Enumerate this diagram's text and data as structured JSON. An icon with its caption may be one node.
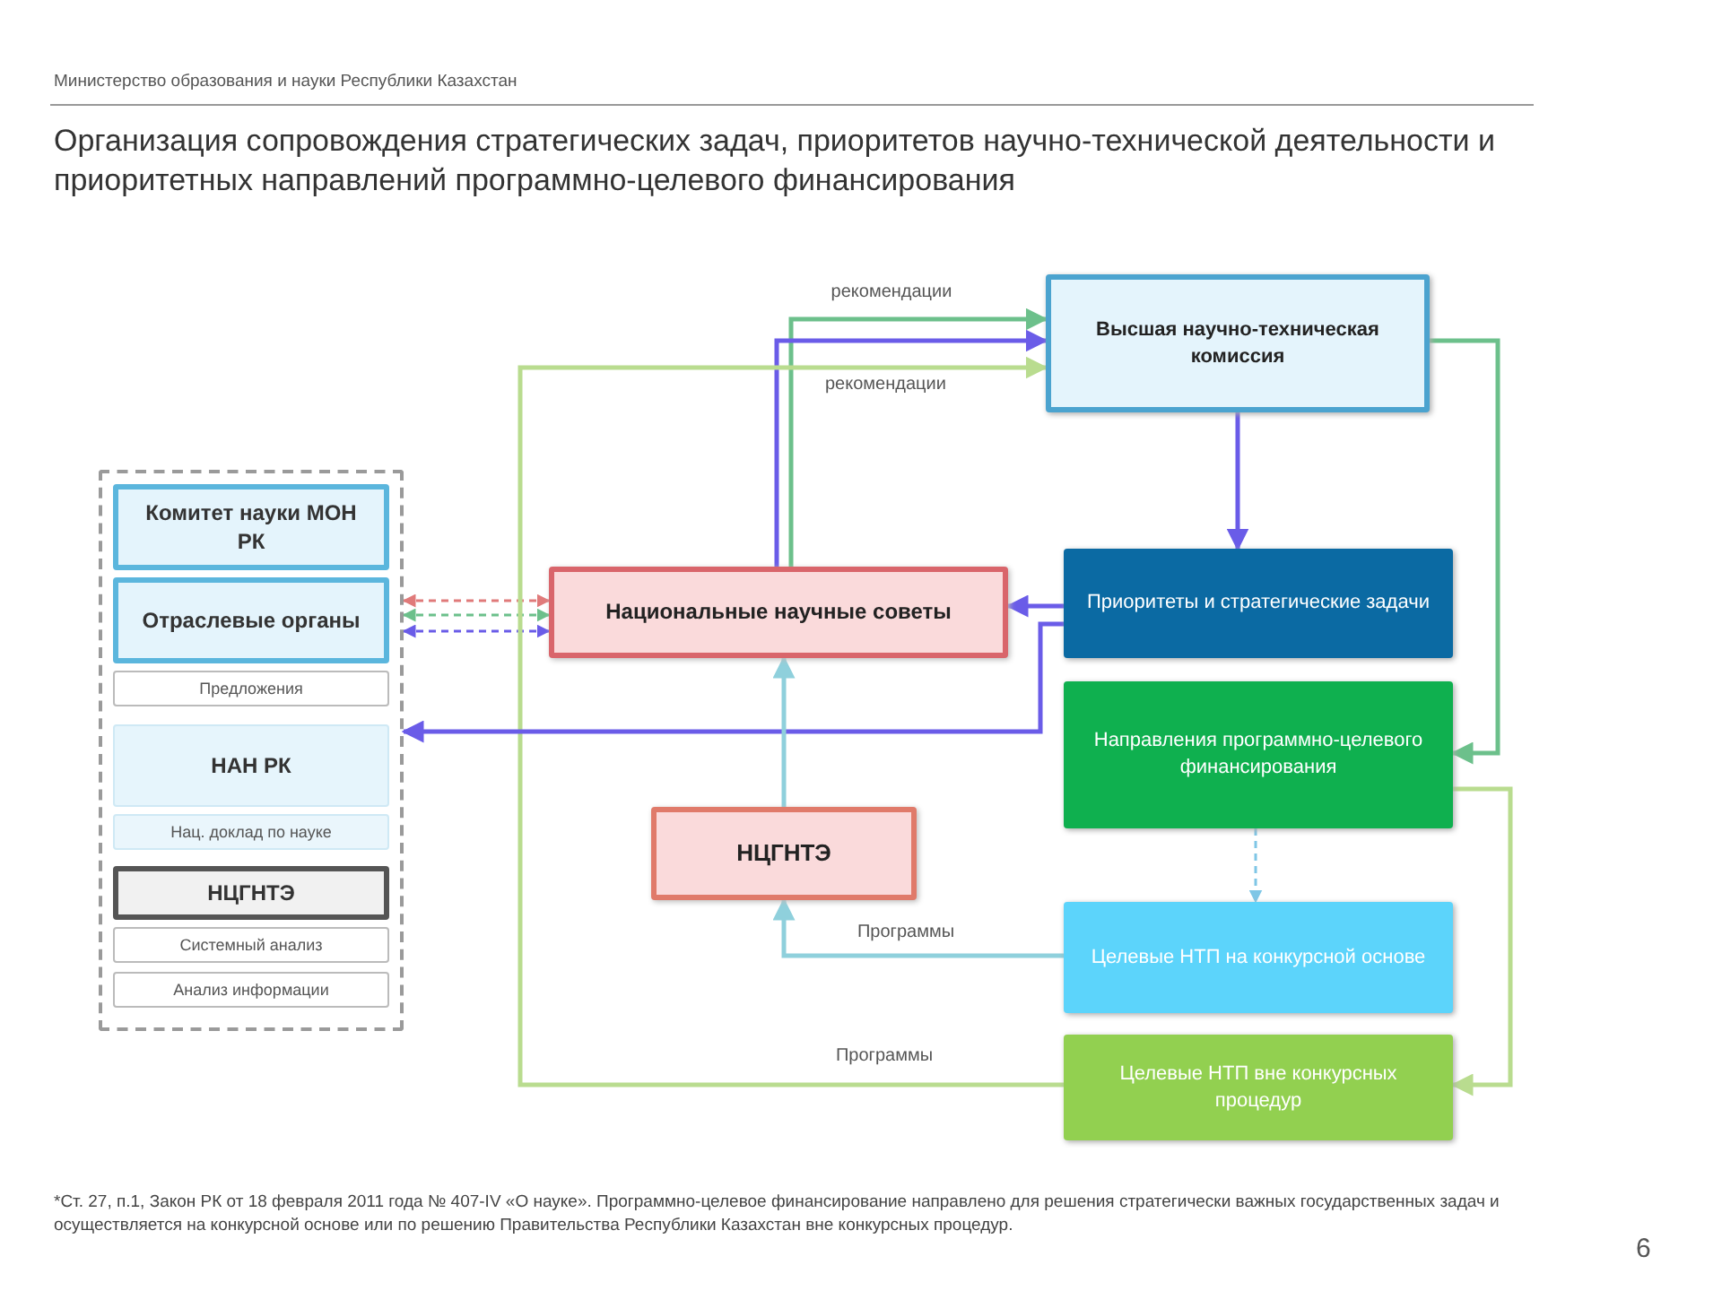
{
  "diagram": {
    "title": "Организация сопровождения стратегических задач, приоритетов научно-технической деятельности и приоритетных направлений программно-целевого финансирования",
    "caption": "*Ст. 27, п.1, Закон РК от 18 февраля 2011 года № 407-IV «О науке». Программно-целевое финансирование направлено для решения стратегически важных государственных задач и осуществляется на конкурсной основе или по решению Правительства Республики Казахстан вне конкурсных процедур.",
    "nodes": [
      {
        "text": [],
        "shape": "box"
      },
      {
        "text": [
          "Комитет науки МОН РК"
        ],
        "in": 0
      },
      {
        "text": [
          "Отраслевые органы"
        ],
        "in": 0
      },
      {
        "text": [
          "Предложения"
        ],
        "in": 0
      },
      {
        "text": [
          "НАН РК"
        ],
        "in": 0
      },
      {
        "text": [
          "Нац. доклад по науке"
        ],
        "in": 0
      },
      {
        "text": [
          "НЦГНТЭ"
        ],
        "in": 0
      },
      {
        "text": [
          "Системный анализ"
        ],
        "in": 0
      },
      {
        "text": [
          "Анализ информации"
        ],
        "in": 0
      },
      {
        "text": [
          "Высшая научно-техническая комиссия"
        ]
      },
      {
        "text": [
          "Национальные научные советы"
        ]
      },
      {
        "text": [
          "Приоритеты и стратегические задачи"
        ]
      },
      {
        "text": [
          "Направления программно-целевого финансирования"
        ]
      },
      {
        "text": [
          "НЦГНТЭ"
        ]
      },
      {
        "text": [
          "Целевые НТП на конкурсной основе"
        ]
      },
      {
        "text": [
          "Целевые НТП вне конкурсных процедур"
        ]
      }
    ],
    "edges": [
      {
        "from": 0,
        "to": 10,
        "arrow": "both",
        "style": "dashed",
        "color": "#e07a7a"
      },
      {
        "from": 0,
        "to": 10,
        "arrow": "both",
        "style": "dashed",
        "color": "#6cc08b"
      },
      {
        "from": 0,
        "to": 10,
        "arrow": "both",
        "style": "dashed",
        "color": "#6a5ce8"
      },
      {
        "from": 10,
        "to": 9,
        "arrow": "to",
        "label": "рекомендации",
        "color": "#6cc08b"
      },
      {
        "from": 10,
        "to": 9,
        "arrow": "to",
        "color": "#6a5ce8"
      },
      {
        "from": 15,
        "to": 9,
        "arrow": "to",
        "label": "Программы",
        "color": "#b9dc8f"
      },
      {
        "from": 9,
        "to": 11,
        "arrow": "to",
        "color": "#6a5ce8"
      },
      {
        "from": 11,
        "to": 10,
        "arrow": "to",
        "color": "#6a5ce8"
      },
      {
        "from": 11,
        "to": 0,
        "arrow": "to",
        "color": "#6a5ce8"
      },
      {
        "from": 9,
        "to": 12,
        "arrow": "to",
        "color": "#6cc08b"
      },
      {
        "from": 12,
        "to": 14,
        "arrow": "to",
        "style": "dashed",
        "color": "#7fc6e6"
      },
      {
        "from": 12,
        "to": 15,
        "arrow": "to",
        "color": "#b9dc8f"
      },
      {
        "from": 14,
        "to": 13,
        "arrow": "to",
        "label": "Программы",
        "color": "#8fd0dc"
      },
      {
        "from": 13,
        "to": 10,
        "arrow": "to",
        "color": "#8fd0dc"
      }
    ],
    "labels": [
      "Министерство образования и науки Республики Казахстан",
      "рекомендации",
      "6"
    ]
  }
}
